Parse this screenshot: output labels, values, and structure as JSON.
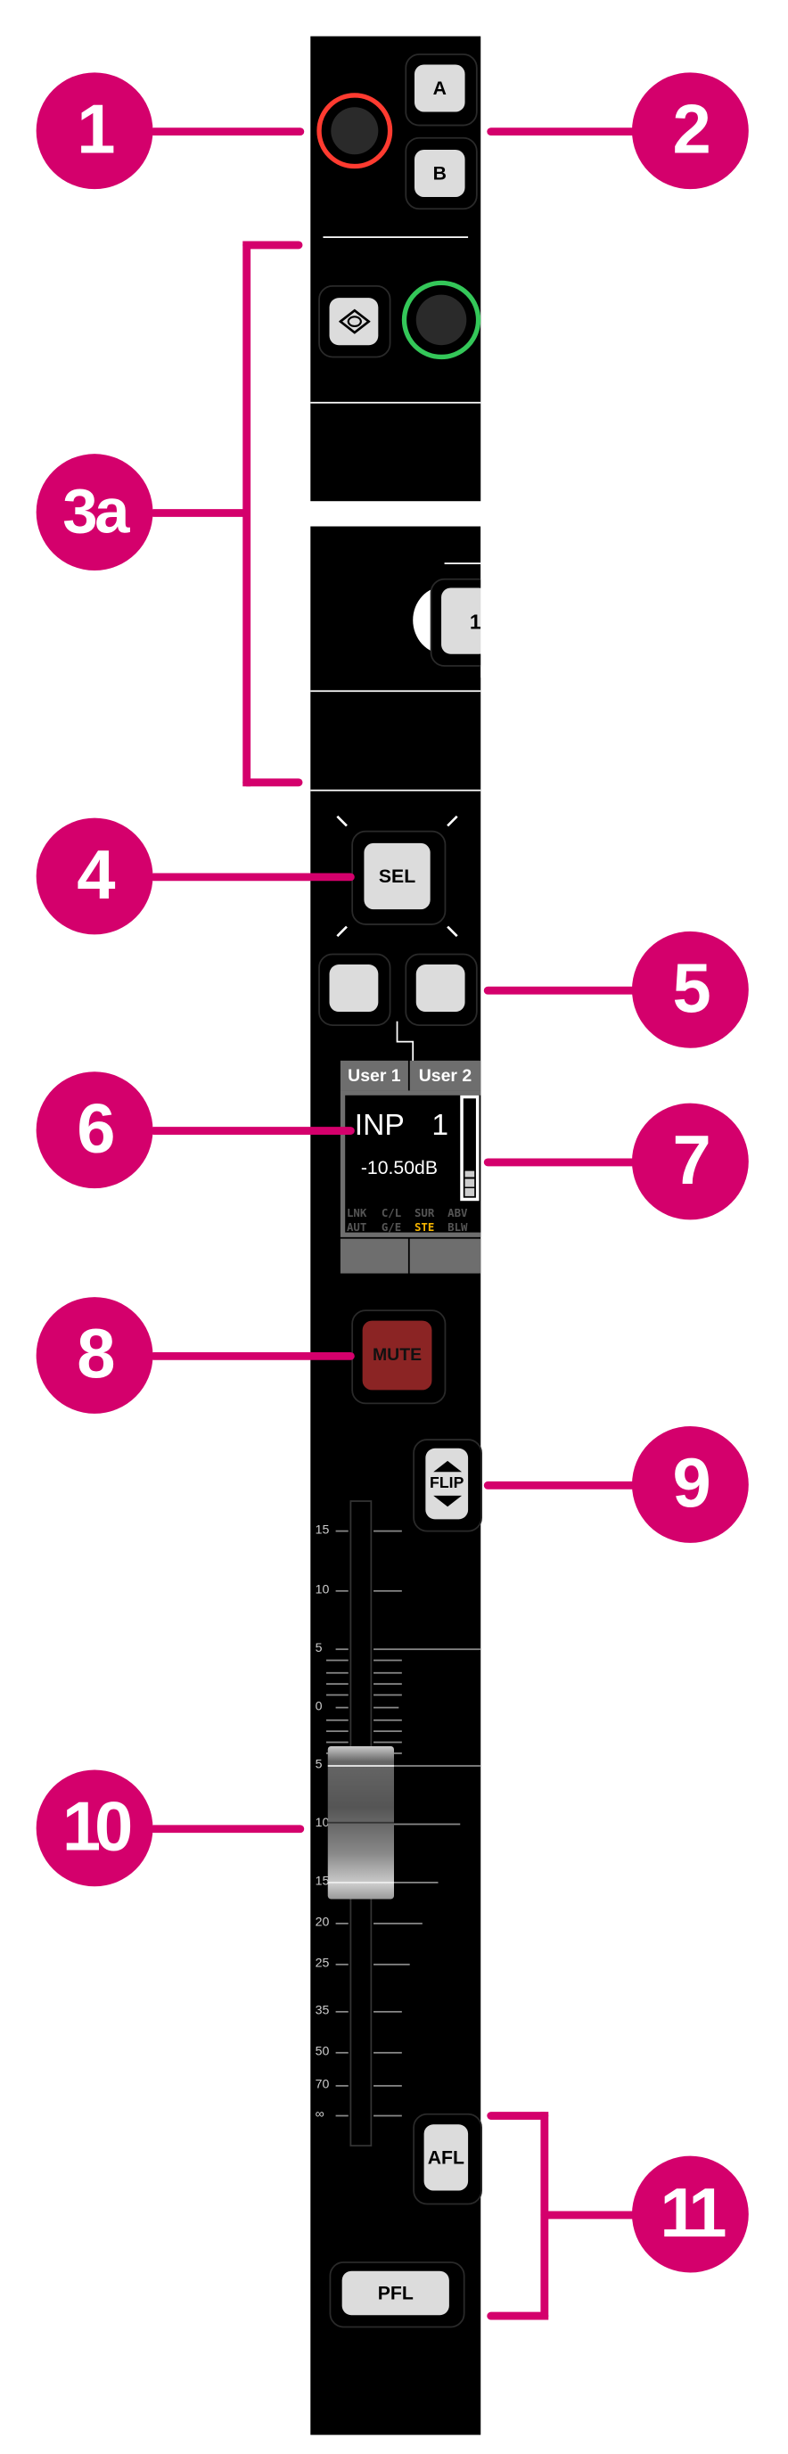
{
  "callouts": [
    "1",
    "2",
    "3a",
    "4",
    "5",
    "6",
    "7",
    "8",
    "9",
    "10",
    "11"
  ],
  "buttons": {
    "a": "A",
    "b": "B",
    "one": "1",
    "sel": "SEL",
    "mute": "MUTE",
    "flip": "FLIP",
    "afl": "AFL",
    "pfl": "PFL"
  },
  "colors": {
    "accent": "#d4006c",
    "knob_red": "#ff3b30",
    "knob_green": "#34c759",
    "mute": "#8b2424",
    "ste": "#f5b400"
  },
  "display": {
    "tabs": [
      "User 1",
      "User 2"
    ],
    "source": "INP",
    "channel": "1",
    "gain": "-10.50dB",
    "meter_level": 0.25,
    "flags": [
      "LNK",
      "C/L",
      "SUR",
      "ABV",
      "AUT",
      "G/E",
      "STE",
      "BLW"
    ],
    "active_flag": "STE"
  },
  "fader": {
    "scale_labels": [
      "15",
      "10",
      "5",
      "0",
      "5",
      "10",
      "15",
      "20",
      "25",
      "35",
      "50",
      "70",
      "∞"
    ],
    "value_db": -10.5
  }
}
